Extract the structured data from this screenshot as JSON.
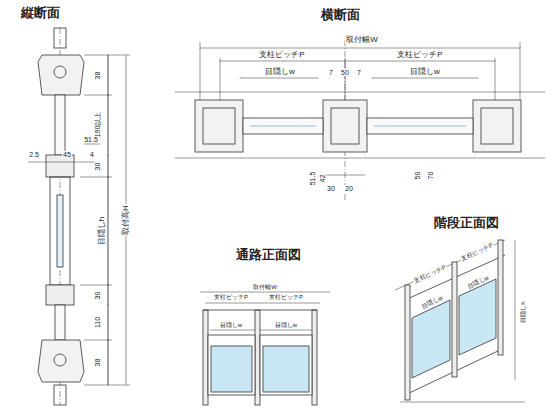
{
  "diagram": {
    "labels": [
      "縦断面",
      "38",
      "190以上",
      "51.5",
      "2.5",
      "45",
      "4",
      "30",
      "目隠しh",
      "取付高H",
      "30",
      "110",
      "38",
      "横断面",
      "取付幅W",
      "支柱ピッチP",
      "支柱ピッチP",
      "目隠しw",
      "7",
      "50",
      "7",
      "目隠しw",
      "51.5",
      "42",
      "30",
      "20",
      "50",
      "70",
      "通路正面図",
      "取付幅W",
      "支柱ピッチP",
      "支柱ピッチP",
      "目隠しw",
      "目隠しw",
      "階段正面図",
      "支柱ピッチP",
      "支柱ピッチP",
      "目隠しw",
      "目隠しw",
      "目隠しh"
    ]
  }
}
